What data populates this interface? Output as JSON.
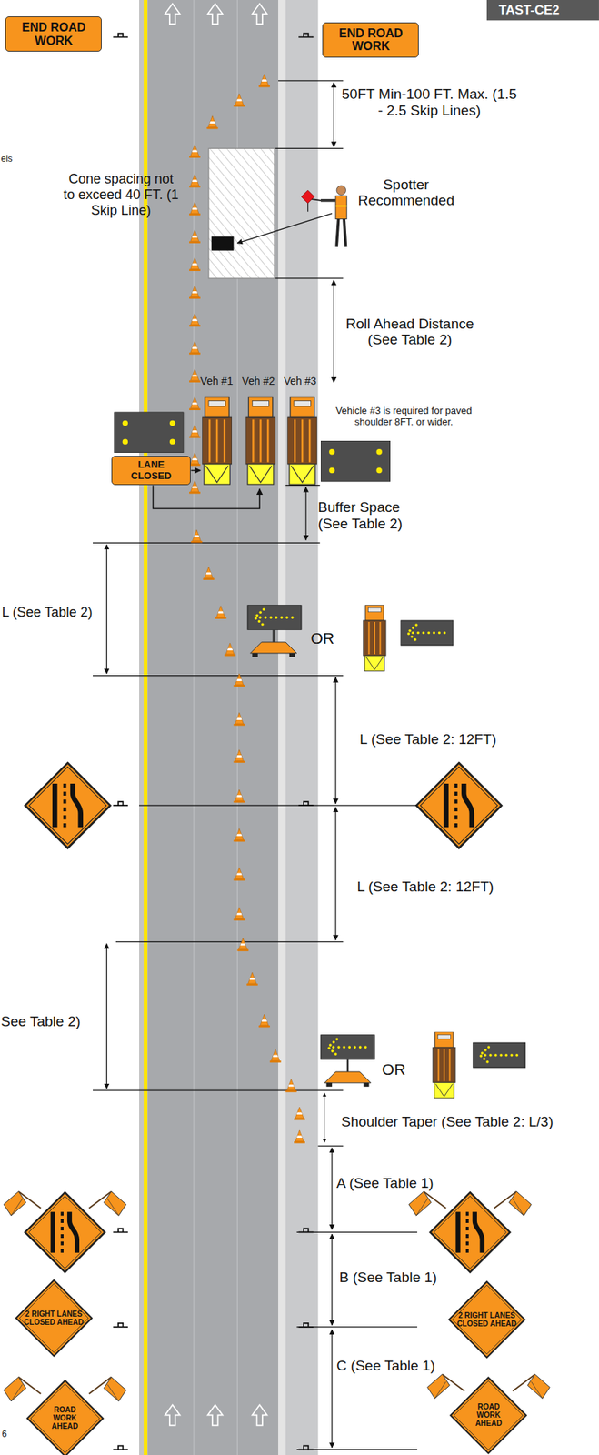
{
  "diagram": {
    "nodes": [
      {
        "text": [
          "END ROAD WORK"
        ]
      },
      {
        "text": [
          "END ROAD WORK"
        ]
      },
      {
        "text": [
          "LANE CLOSED"
        ]
      },
      {
        "text": [
          "2 RIGHT LANES CLOSED AHEAD"
        ]
      },
      {
        "text": [
          "2 RIGHT LANES CLOSED AHEAD"
        ]
      },
      {
        "text": [
          "ROAD WORK AHEAD"
        ]
      },
      {
        "text": [
          "ROAD WORK AHEAD"
        ]
      }
    ],
    "labels": [
      "TAST-CE2",
      "50FT Min-100 FT. Max. (1.5 - 2.5 Skip Lines)",
      "els",
      "Cone spacing not to exceed 40 FT. (1 Skip Line)",
      "Spotter Recommended",
      "Roll Ahead Distance (See Table 2)",
      "Veh #1",
      "Veh #2",
      "Veh #3",
      "Vehicle #3 is required for paved shoulder 8FT. or wider.",
      "Buffer Space (See Table 2)",
      "L (See Table 2)",
      "OR",
      "L (See Table 2: 12FT)",
      "L (See Table 2: 12FT)",
      "See Table 2)",
      "OR",
      "Shoulder Taper (See Table 2: L/3)",
      "A (See Table 1)",
      "B (See Table 1)",
      "C (See Table 1)",
      "6"
    ]
  }
}
